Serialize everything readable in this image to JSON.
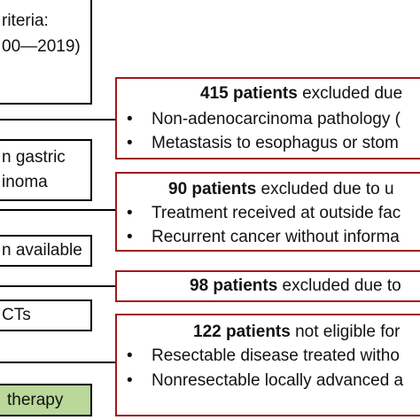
{
  "left_boxes": {
    "criteria_line1": "riteria:",
    "criteria_line2": "00—2019)",
    "gastric_line1": "n gastric",
    "gastric_line2": "inoma",
    "available": "n available",
    "cts": "CTs",
    "therapy": "therapy"
  },
  "exclusions": [
    {
      "count": "415 patients",
      "rest": " excluded due",
      "bullets": [
        "Non-adenocarcinoma pathology (",
        "Metastasis to esophagus or stom"
      ]
    },
    {
      "count": "90 patients",
      "rest": " excluded due to u",
      "bullets": [
        "Treatment received at outside fac",
        "Recurrent cancer without informa"
      ]
    },
    {
      "count": "98 patients",
      "rest": " excluded due to",
      "bullets": []
    },
    {
      "count": "122 patients",
      "rest": " not eligible for",
      "bullets": [
        "Resectable disease treated witho",
        "Nonresectable locally advanced a"
      ]
    }
  ],
  "bullet_char": "•",
  "colors": {
    "exclusion_border": "#a0181c",
    "flow_border": "#000000",
    "final_fill": "#b9d89a"
  }
}
